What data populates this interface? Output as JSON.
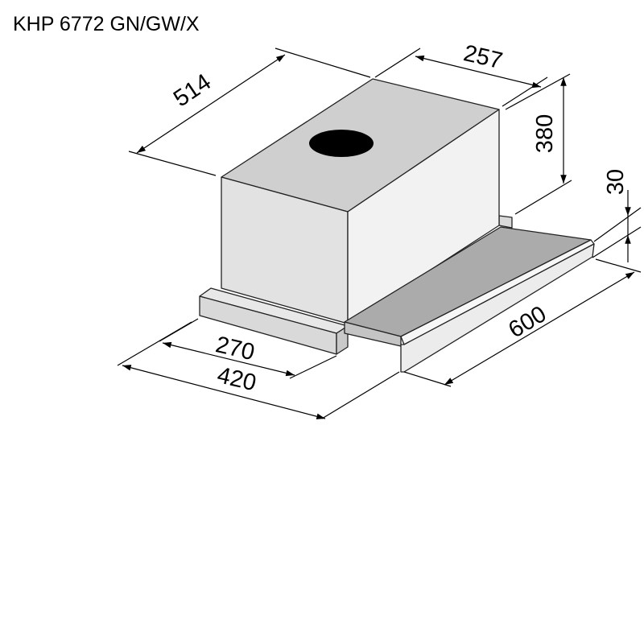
{
  "model_title": "KHP 6772 GN/GW/X",
  "dimensions": {
    "depth_total": "514",
    "depth_top": "257",
    "height_total": "380",
    "panel_height": "30",
    "width_total": "600",
    "body_width": "270",
    "side_width": "420"
  },
  "colors": {
    "top_face": "#cfcfcf",
    "front_face": "#e2e2e2",
    "side_face": "#f2f2f2",
    "flange": "#d9d9d9",
    "slide_panel": "#ababab",
    "front_bar": "#ececec",
    "outlet": "#000000"
  }
}
